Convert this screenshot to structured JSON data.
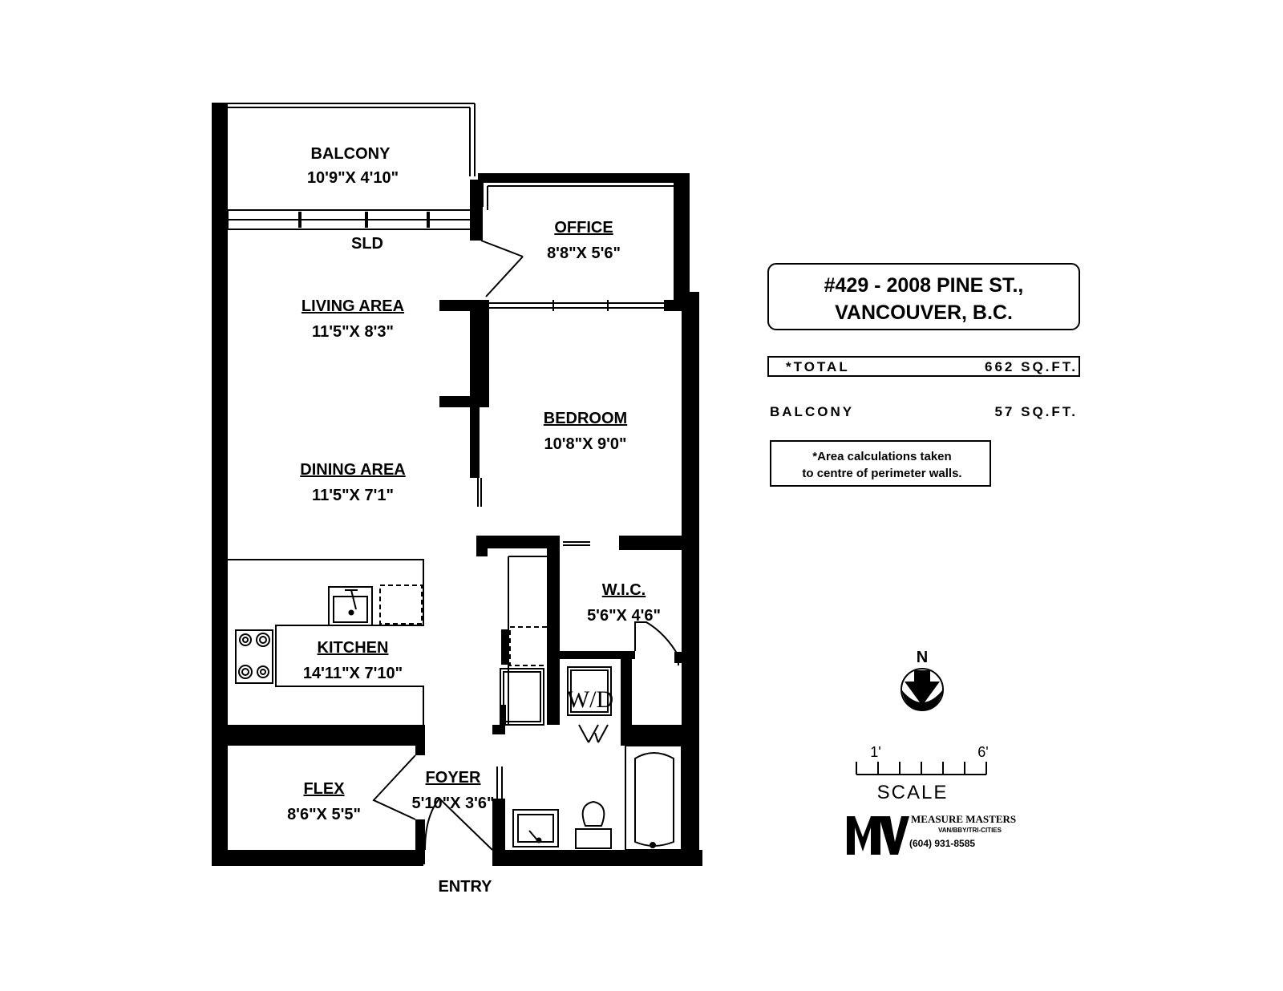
{
  "rooms": {
    "balcony": {
      "name": "BALCONY",
      "dim": "10'9\"X 4'10\""
    },
    "office": {
      "name": "OFFICE",
      "dim": "8'8\"X 5'6\""
    },
    "living": {
      "name": "LIVING AREA",
      "dim": "11'5\"X 8'3\""
    },
    "dining": {
      "name": "DINING AREA",
      "dim": "11'5\"X 7'1\""
    },
    "bedroom": {
      "name": "BEDROOM",
      "dim": "10'8\"X 9'0\""
    },
    "wic": {
      "name": "W.I.C.",
      "dim": "5'6\"X 4'6\""
    },
    "kitchen": {
      "name": "KITCHEN",
      "dim": "14'11\"X 7'10\""
    },
    "flex": {
      "name": "FLEX",
      "dim": "8'6\"X 5'5\""
    },
    "foyer": {
      "name": "FOYER",
      "dim": "5'10\"X 3'6\""
    }
  },
  "labels": {
    "sld": "SLD",
    "entry": "ENTRY",
    "wd": "W/D"
  },
  "address": {
    "line1": "#429 - 2008 PINE ST.,",
    "line2": "VANCOUVER, B.C."
  },
  "areas": {
    "total_label": "*TOTAL",
    "total_value": "662 SQ.FT.",
    "balcony_label": "BALCONY",
    "balcony_value": "57 SQ.FT."
  },
  "note": {
    "line1": "*Area calculations taken",
    "line2": "to centre of perimeter walls."
  },
  "compass": {
    "label": "N"
  },
  "scale": {
    "tick_start": "1'",
    "tick_end": "6'",
    "label": "SCALE"
  },
  "brand": {
    "name": "MEASURE MASTERS",
    "sub": "VAN/BBY/TRI-CITIES",
    "phone": "(604) 931-8585"
  },
  "colors": {
    "ink": "#000000",
    "paper": "#ffffff"
  }
}
